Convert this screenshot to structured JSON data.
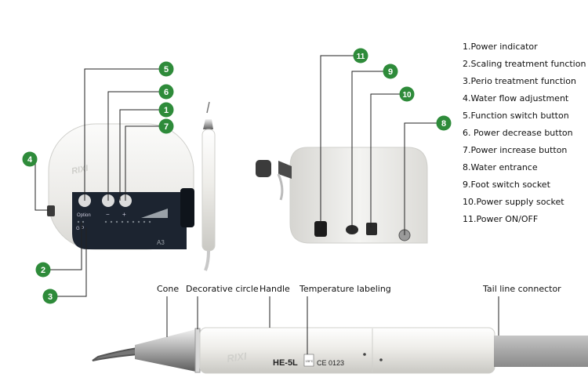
{
  "legend": [
    "1.Power indicator",
    "2.Scaling treatment function",
    "3.Perio treatment function",
    "4.Water flow adjustment",
    "5.Function switch button",
    "6. Power decrease button",
    "7.Power increase button",
    "8.Water entrance",
    "9.Foot switch socket",
    "10.Power supply socket",
    "11.Power ON/OFF"
  ],
  "callouts": [
    "1",
    "2",
    "3",
    "4",
    "5",
    "6",
    "7",
    "8",
    "9",
    "10",
    "11"
  ],
  "device": {
    "brand": "RIXI",
    "button_option": "Option",
    "button_minus": "−",
    "button_plus": "+",
    "mode_labels": "G  P",
    "model_badge": "A3"
  },
  "handpiece_labels": {
    "cone": "Cone",
    "decorative_circle": "Decorative circle",
    "handle": "Handle",
    "temperature": "Temperature labeling",
    "tail": "Tail line connector"
  },
  "handpiece": {
    "brand": "RIXI",
    "model": "HE-5L",
    "ce_mark": "CE 0123",
    "temp_badge": "135°C"
  },
  "colors": {
    "callout_green": "#2e8b3a",
    "leader": "#222222",
    "body": "#efefed",
    "panel": "#1c2430"
  }
}
